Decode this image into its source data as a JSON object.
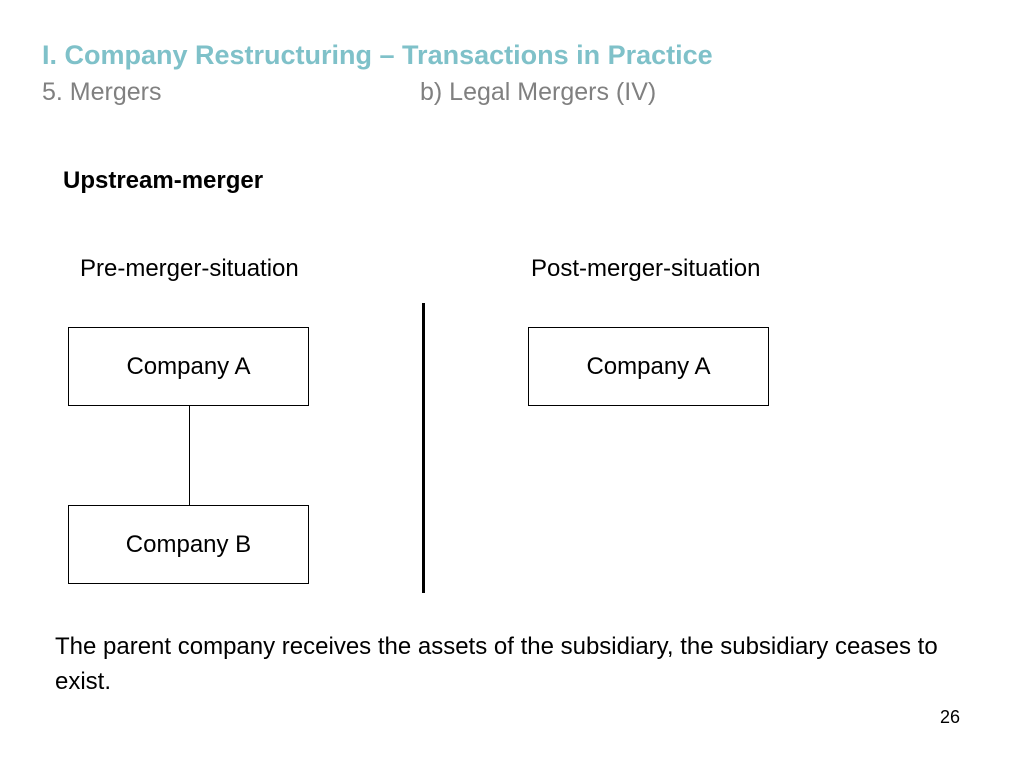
{
  "header": {
    "title": "I. Company Restructuring – Transactions in Practice",
    "subtitle_left": "5. Mergers",
    "subtitle_right": "b) Legal Mergers (IV)"
  },
  "heading": "Upstream-merger",
  "pre_merger": {
    "label": "Pre-merger-situation",
    "company_a": "Company A",
    "company_b": "Company B"
  },
  "post_merger": {
    "label": "Post-merger-situation",
    "company_a": "Company A"
  },
  "description": "The parent company receives the assets of the subsidiary, the subsidiary ceases to exist.",
  "page_number": "26",
  "colors": {
    "title": "#7fc1c9",
    "subtitle": "#808080"
  }
}
